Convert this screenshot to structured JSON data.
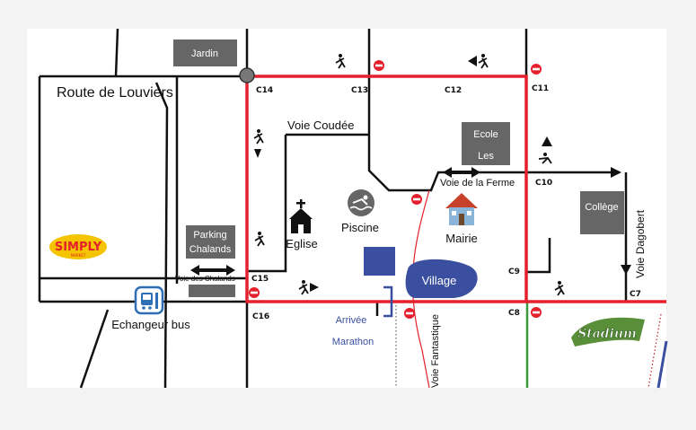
{
  "map": {
    "roads": {
      "route_louviers": "Route de Louviers",
      "voie_coudee": "Voie Coudée",
      "voie_ferme": "Voie de la Ferme",
      "voie_chalands": "Voie des Chalands",
      "voie_fantastique": "Voie Fantastique",
      "voie_dagobert": "Voie Dagobert"
    },
    "boxes": {
      "jardin": "Jardin",
      "parking_line1": "Parking",
      "parking_line2": "Chalands",
      "ecole_line1": "Ecole",
      "ecole_line2": "Les",
      "college": "Collège"
    },
    "places": {
      "eglise": "Eglise",
      "piscine": "Piscine",
      "mairie": "Mairie",
      "village": "Village",
      "echangeur_bus": "Echangeur bus",
      "arrivee_line1": "Arrivée",
      "arrivee_line2": "Marathon",
      "simply_logo": "SIMPLY",
      "simply_sub": "MARKET",
      "stadium_logo": "Stadium"
    },
    "nodes": [
      "C14",
      "C13",
      "C12",
      "C11",
      "C10",
      "C9",
      "C8",
      "C7",
      "C15",
      "C16"
    ],
    "colors": {
      "route": "#e3202b",
      "road": "#111111",
      "building": "#666666",
      "water": "#3b4fa0",
      "green": "#3a9a3a"
    }
  }
}
